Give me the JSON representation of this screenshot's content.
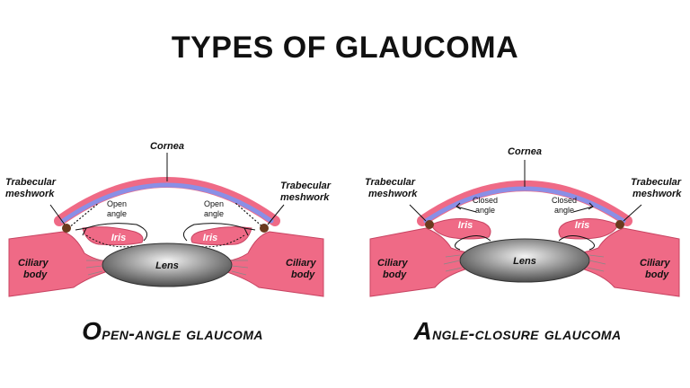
{
  "title": "TYPES OF GLAUCOMA",
  "panels": [
    {
      "caption_first": "O",
      "caption_rest": "pen-angle glaucoma",
      "labels": {
        "cornea": "Cornea",
        "trabecular_1": "Trabecular",
        "trabecular_2": "meshwork",
        "angle_1": "Open",
        "angle_2": "angle",
        "iris": "Iris",
        "ciliary_1": "Ciliary",
        "ciliary_2": "body",
        "lens": "Lens"
      }
    },
    {
      "caption_first": "A",
      "caption_rest": "ngle-closure glaucoma",
      "labels": {
        "cornea": "Cornea",
        "trabecular_1": "Trabecular",
        "trabecular_2": "meshwork",
        "angle_1": "Closed",
        "angle_2": "angle",
        "iris": "Iris",
        "ciliary_1": "Ciliary",
        "ciliary_2": "body",
        "lens": "Lens"
      }
    }
  ],
  "colors": {
    "tissue": "#ef6a86",
    "tissue_dark": "#c84462",
    "cornea_inner": "#8a8fe6",
    "meshwork": "#6b3a1e",
    "lens_light": "#f2f2f2",
    "lens_dark": "#4d4d4d"
  }
}
